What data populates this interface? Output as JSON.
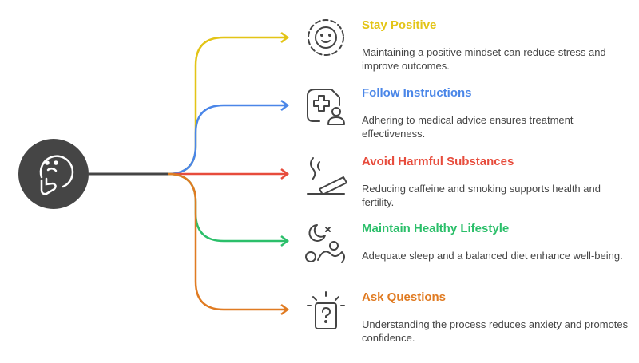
{
  "center": {
    "icon": "thinking-face-icon"
  },
  "items": [
    {
      "title": "Stay Positive",
      "desc": "Maintaining a positive mindset can reduce stress and improve outcomes.",
      "color": "#e3c416",
      "icon": "smiley-icon"
    },
    {
      "title": "Follow Instructions",
      "desc": "Adhering to medical advice ensures treatment effectiveness.",
      "color": "#4a86e8",
      "icon": "medical-document-icon"
    },
    {
      "title": "Avoid Harmful Substances",
      "desc": "Reducing caffeine and smoking supports health and fertility.",
      "color": "#e74c3c",
      "icon": "cigarette-icon"
    },
    {
      "title": "Maintain Healthy Lifestyle",
      "desc": "Adequate sleep and a balanced diet enhance well-being.",
      "color": "#2bbf6a",
      "icon": "sleep-exercise-icon"
    },
    {
      "title": "Ask Questions",
      "desc": "Understanding the process reduces anxiety and promotes confidence.",
      "color": "#e07b22",
      "icon": "question-card-icon"
    }
  ]
}
